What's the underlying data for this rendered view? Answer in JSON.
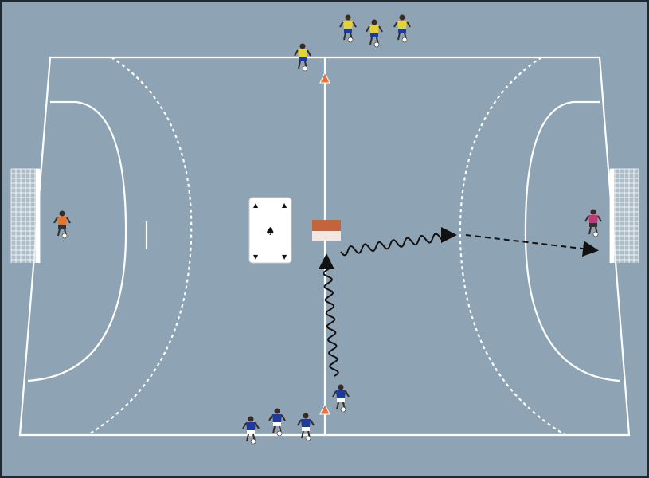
{
  "diagram": {
    "type": "handball-court-drill",
    "colors": {
      "court": "#8ea4b4",
      "lines": "#ffffff",
      "border": "#1d2a33",
      "cone": "#e8743b",
      "team_yellow": "#e3d33a",
      "team_blue": "#1e3a9a",
      "goalkeeper_left": "#e8742a",
      "goalkeeper_right": "#c03a7a",
      "arrow": "#111111"
    },
    "card": {
      "rank": "A",
      "suit": "spade"
    },
    "players": {
      "yellow_count": 4,
      "blue_count": 4,
      "goalkeepers": 2
    }
  }
}
